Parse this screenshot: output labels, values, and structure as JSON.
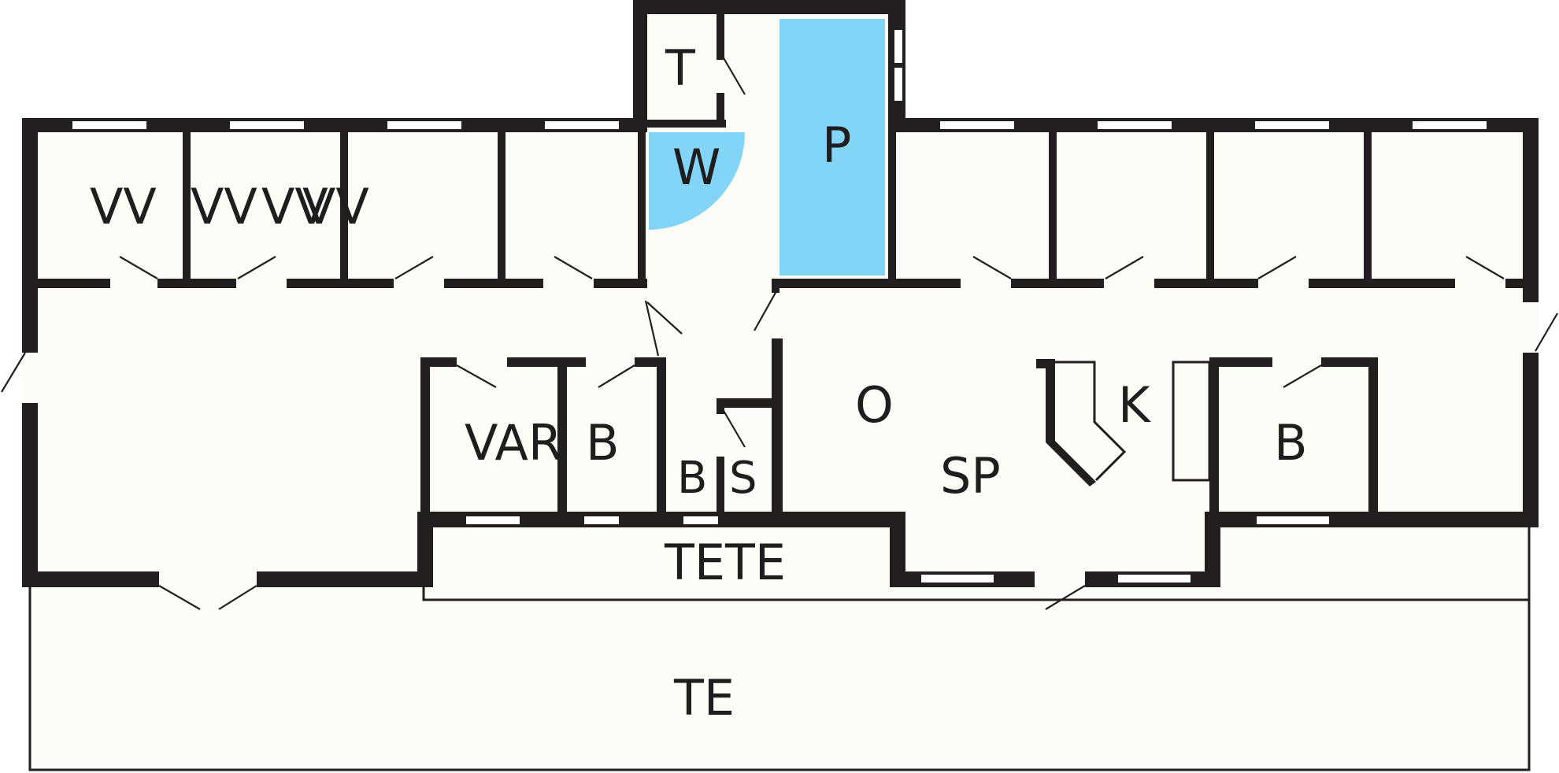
{
  "colors": {
    "wall": "#231f20",
    "floor": "#fdfdf8",
    "water": "#82d5f7",
    "background": "#ffffff"
  },
  "rooms": {
    "t": "T",
    "w": "W",
    "p": "P",
    "vv_1": "VV",
    "vv_2": "VV",
    "vv_3": "VV",
    "vv_4": "VV",
    "var": "VAR",
    "b_left": "B",
    "b_small": "B",
    "s": "S",
    "o": "O",
    "k": "K",
    "sp": "SP",
    "b_right": "B",
    "tete": "TETE",
    "te": "TE"
  }
}
